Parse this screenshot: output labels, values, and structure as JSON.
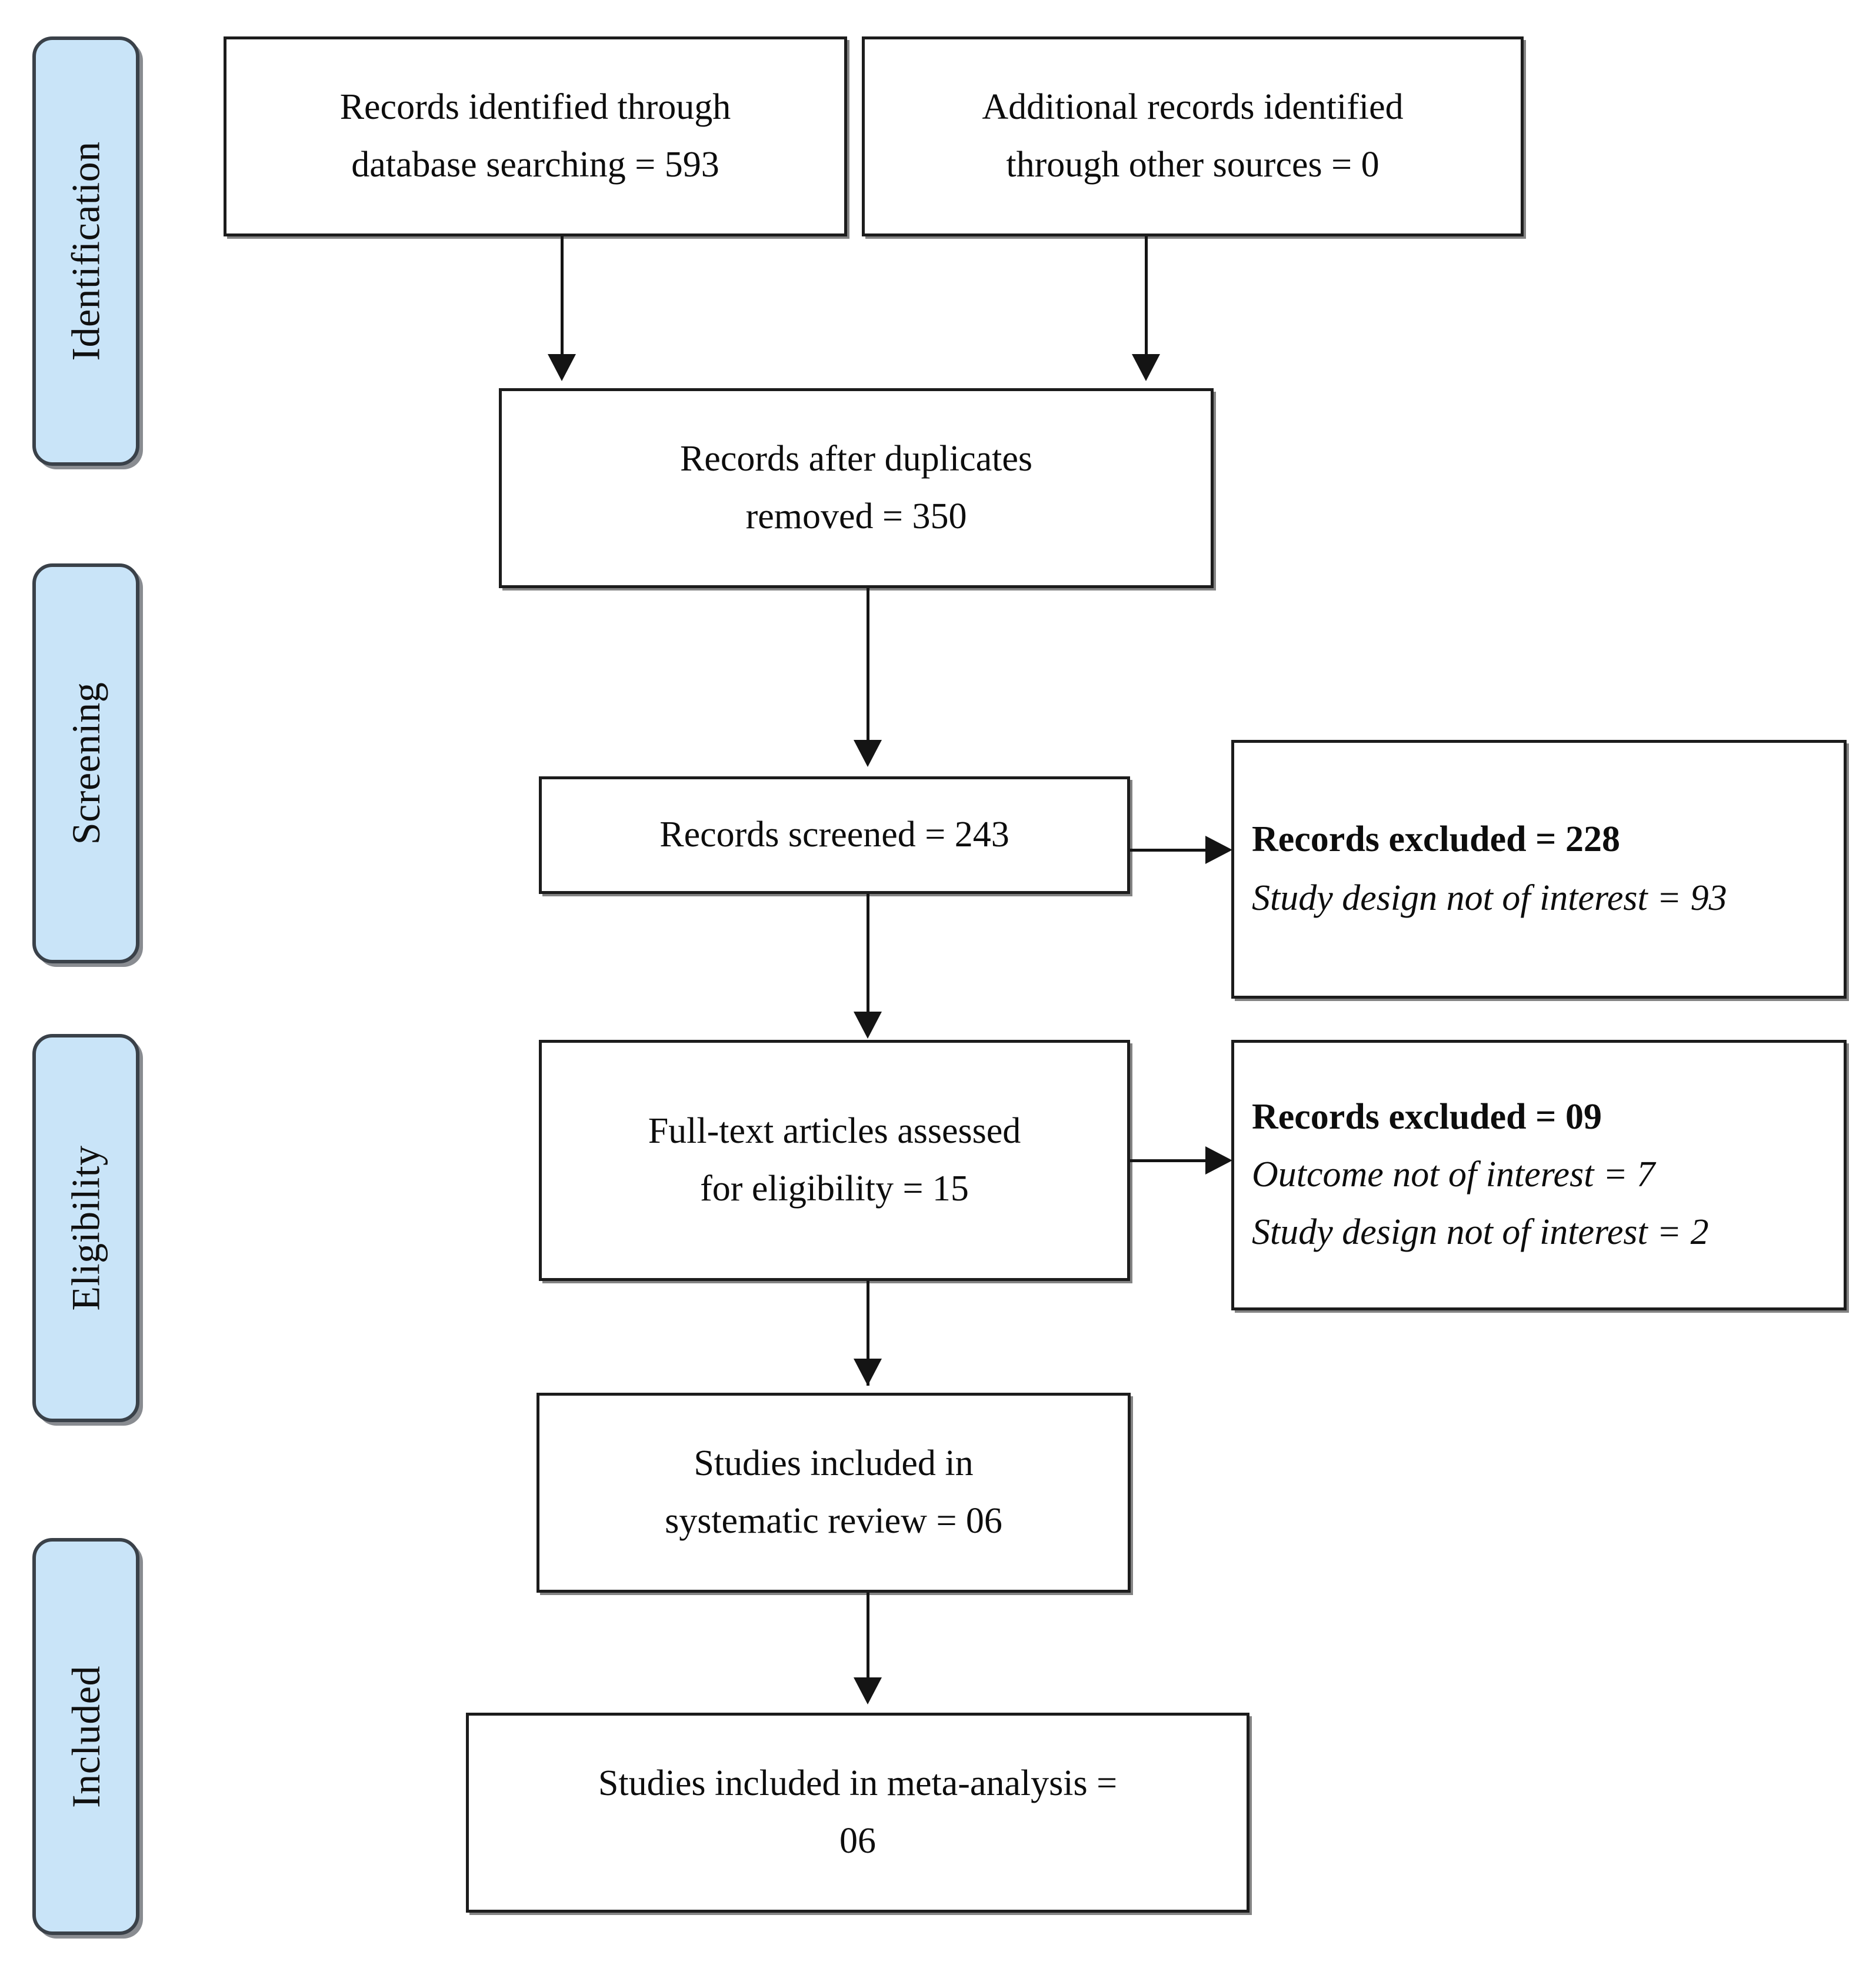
{
  "diagram": {
    "title": "PRISMA flow diagram",
    "theme": {
      "stage_fill": "#c9e4f8",
      "stage_border": "#3a4149",
      "box_border": "#1c1c1c",
      "box_fill": "#ffffff",
      "connector": "#141414",
      "text": "#0d0d0d",
      "page_background": "#ffffff"
    }
  },
  "stages": [
    {
      "id": "identification",
      "label": "Identification"
    },
    {
      "id": "screening",
      "label": "Screening"
    },
    {
      "id": "eligibility",
      "label": "Eligibility"
    },
    {
      "id": "included",
      "label": "Included"
    }
  ],
  "boxes": {
    "records_identified_db": {
      "line1": "Records identified through",
      "line2": "database searching = 593",
      "count": 593
    },
    "additional_records": {
      "line1": "Additional records identified",
      "line2": "through other sources = 0",
      "count": 0
    },
    "after_duplicates": {
      "line1": "Records after duplicates",
      "line2": "removed = 350",
      "count": 350
    },
    "records_screened": {
      "line1": "Records screened = 243",
      "count": 243
    },
    "records_excluded_screening": {
      "heading": "Records excluded = 228",
      "reason1": "Study design not  of interest = 93",
      "count": 228,
      "reasons": [
        {
          "label": "Study design not of interest",
          "value": 93
        }
      ]
    },
    "fulltext_assessed": {
      "line1": "Full-text articles assessed",
      "line2": "for eligibility = 15",
      "count": 15
    },
    "records_excluded_eligibility": {
      "heading": "Records excluded = 09",
      "reason1": "Outcome not of interest = 7",
      "reason2": "Study design not of interest = 2",
      "count": 9,
      "reasons": [
        {
          "label": "Outcome not of interest",
          "value": 7
        },
        {
          "label": "Study design not of interest",
          "value": 2
        }
      ]
    },
    "included_systematic_review": {
      "line1": "Studies included in",
      "line2": "systematic review = 06",
      "count": 6
    },
    "included_meta_analysis": {
      "line1": "Studies included in meta-analysis =",
      "line2": "06",
      "count": 6
    }
  },
  "flow": [
    {
      "from": "records_identified_db",
      "to": "after_duplicates",
      "kind": "arrow-down"
    },
    {
      "from": "additional_records",
      "to": "after_duplicates",
      "kind": "arrow-down"
    },
    {
      "from": "after_duplicates",
      "to": "records_screened",
      "kind": "arrow-down"
    },
    {
      "from": "records_screened",
      "to": "records_excluded_screening",
      "kind": "arrow-right"
    },
    {
      "from": "records_screened",
      "to": "fulltext_assessed",
      "kind": "arrow-down"
    },
    {
      "from": "fulltext_assessed",
      "to": "records_excluded_eligibility",
      "kind": "arrow-right"
    },
    {
      "from": "fulltext_assessed",
      "to": "included_systematic_review",
      "kind": "arrow-down"
    },
    {
      "from": "included_systematic_review",
      "to": "included_meta_analysis",
      "kind": "arrow-down"
    }
  ]
}
